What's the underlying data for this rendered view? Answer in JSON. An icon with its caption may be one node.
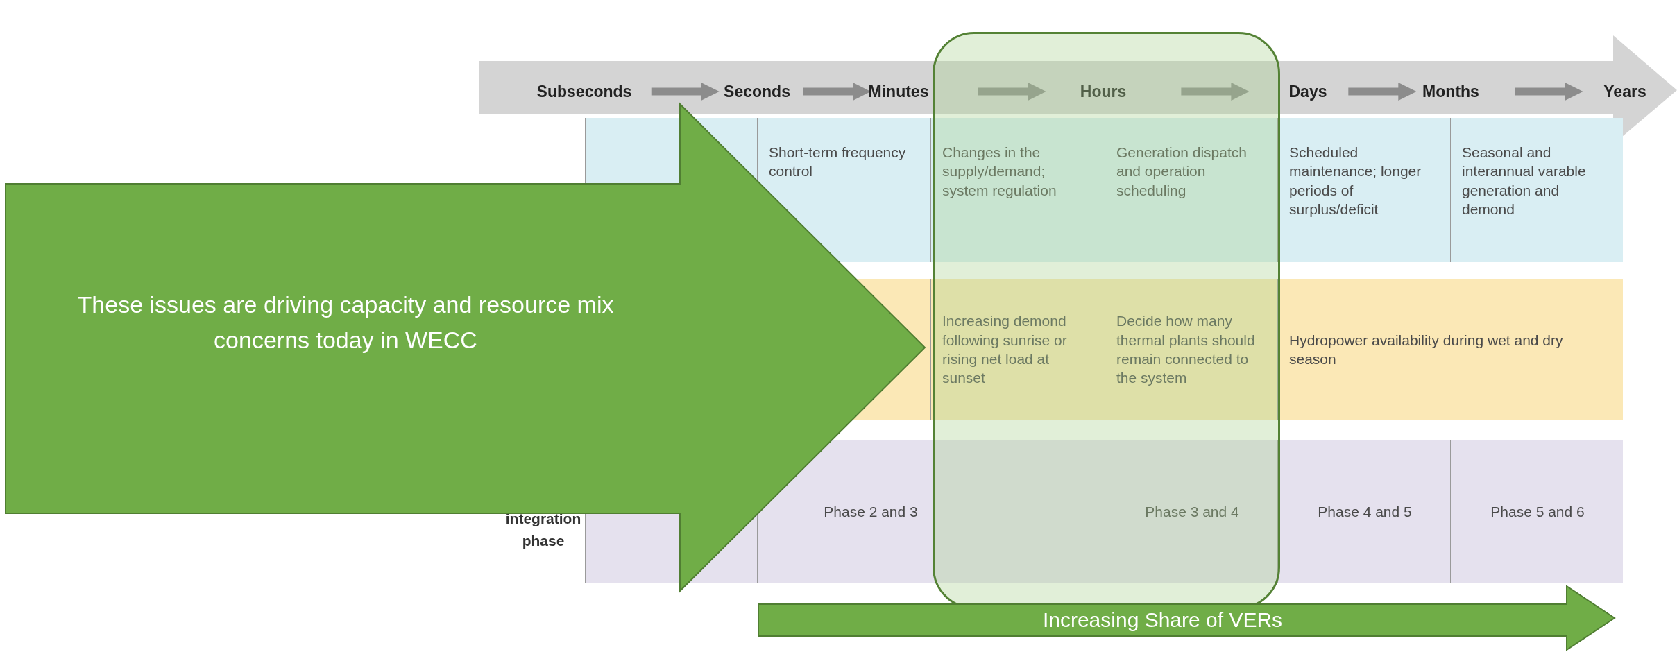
{
  "diagram": {
    "nodes": [
      {
        "text": [
          "Subseconds"
        ]
      },
      {
        "text": [
          "Seconds"
        ]
      },
      {
        "text": [
          "Minutes"
        ]
      },
      {
        "text": [
          "Hours"
        ]
      },
      {
        "text": [
          "Days"
        ]
      },
      {
        "text": [
          "Months"
        ]
      },
      {
        "text": [
          "Years"
        ]
      },
      {
        "text": [
          "These issues are driving capacity and resource mix concerns today in WECC"
        ]
      },
      {
        "text": [
          "Increasing Share of VERs"
        ]
      }
    ],
    "edges": [
      {
        "from": 0,
        "to": 1,
        "arrow": "to"
      },
      {
        "from": 1,
        "to": 2,
        "arrow": "to"
      },
      {
        "from": 2,
        "to": 3,
        "arrow": "to"
      },
      {
        "from": 3,
        "to": 4,
        "arrow": "to"
      },
      {
        "from": 4,
        "to": 5,
        "arrow": "to"
      },
      {
        "from": 5,
        "to": 6,
        "arrow": "to"
      }
    ],
    "labels": [
      "Short-term frequency control",
      "Changes in the supply/demand; system regulation",
      "Generation dispatch and operation scheduling",
      "Scheduled maintenance; longer periods of surplus/deficit",
      "Seasonal and interannual varable generation and demond",
      "Increasing demond following sunrise or rising net load at sunset",
      "Decide how many thermal plants should remain connected to the system",
      "Hydropower availability during wet and dry season",
      "integration phase",
      "Phase 2 and 3",
      "Phase 3 and 4",
      "Phase 4 and 5",
      "Phase 5 and 6"
    ]
  }
}
